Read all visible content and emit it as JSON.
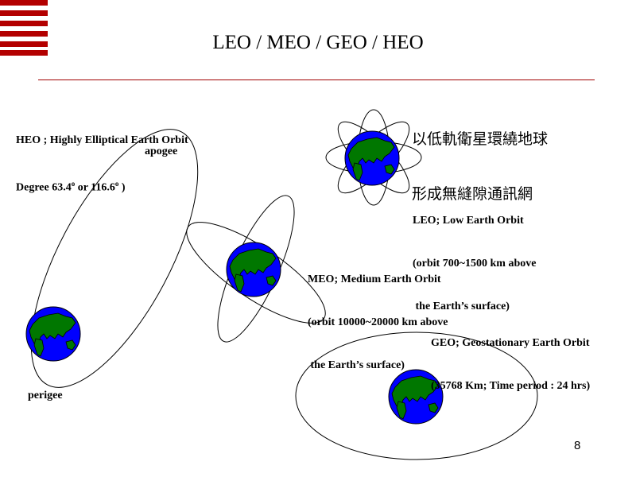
{
  "slide": {
    "title": "LEO / MEO / GEO / HEO",
    "page_number": "8",
    "accent_color": "#b30000",
    "rule_color": "#a00000"
  },
  "heo": {
    "line1": "HEO ; Highly Elliptical Earth Orbit",
    "line2_prefix": "Degree 63.4",
    "line2_mid": " or 116.6",
    "line2_suffix": " )",
    "degree_symbol": "o",
    "apogee_label": "apogee",
    "perigee_label": "perigee"
  },
  "leo": {
    "cjk_line1": "以低軌衛星環繞地球",
    "cjk_line2": "形成無縫隙通訊網",
    "line1": "LEO; Low Earth Orbit",
    "line2": "(orbit 700~1500 km above",
    "line3": " the Earth’s surface)"
  },
  "meo": {
    "line1": "MEO; Medium Earth Orbit",
    "line2": "(orbit 10000~20000 km above",
    "line3": " the Earth’s surface)"
  },
  "geo": {
    "line1": "GEO; Geostationary Earth Orbit",
    "line2": "(35768 Km; Time period : 24 hrs)"
  },
  "colors": {
    "ocean": "#0000ff",
    "land": "#007700",
    "orbit_line": "#000000"
  }
}
